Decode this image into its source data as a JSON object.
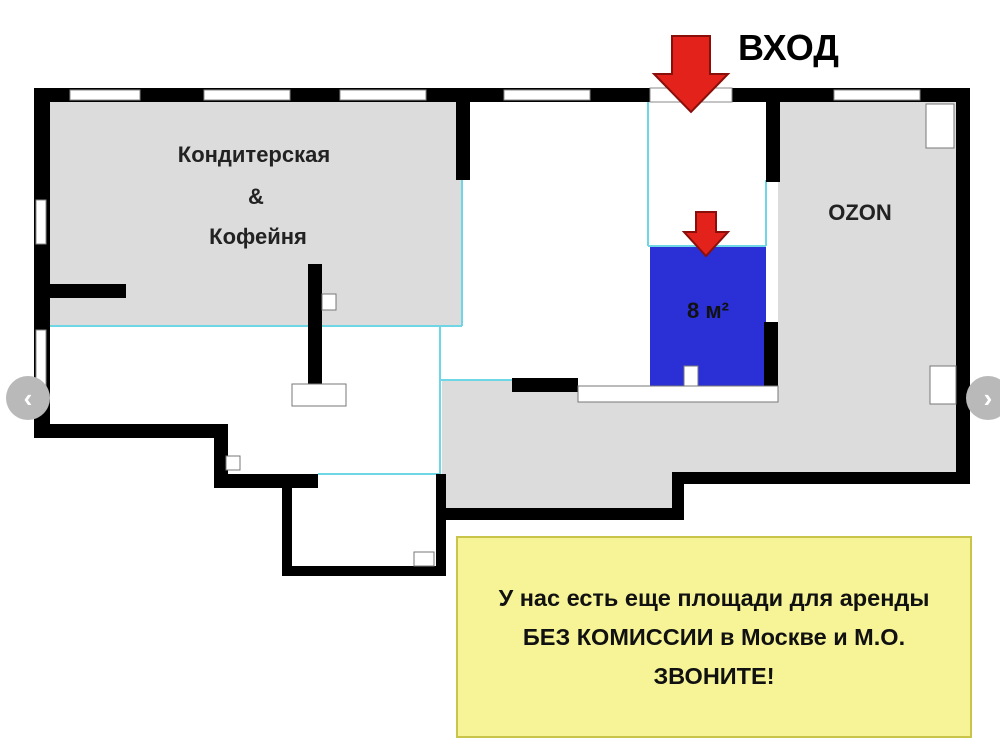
{
  "plan": {
    "entrance_label": "ВХОД",
    "cafe_label_lines": [
      "Кондитерская",
      "&",
      "Кофейня"
    ],
    "ozon_label": "OZON",
    "unit_label": "8 м²"
  },
  "promo": {
    "text": "У нас есть еще площади для аренды БЕЗ КОМИССИИ в Москве и М.О. ЗВОНИТЕ!"
  },
  "nav": {
    "prev_symbol": "‹",
    "next_symbol": "›"
  },
  "colors": {
    "wall": "#000000",
    "rented_area": "#d9d9d9",
    "available_unit": "#2a2fd6",
    "arrow": "#e3231b",
    "partition": "#6fd6e6",
    "promo_bg": "#f6f497"
  }
}
